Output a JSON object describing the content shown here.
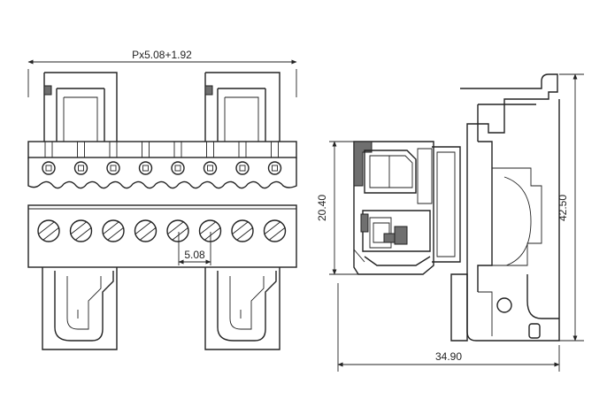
{
  "dimensions": {
    "top_width": "Px5.08+1.92",
    "pitch": "5.08",
    "plug_height": "20.40",
    "total_height": "42.50",
    "total_depth": "34.90"
  },
  "front_view": {
    "top_pins": 8,
    "screws": 8
  }
}
